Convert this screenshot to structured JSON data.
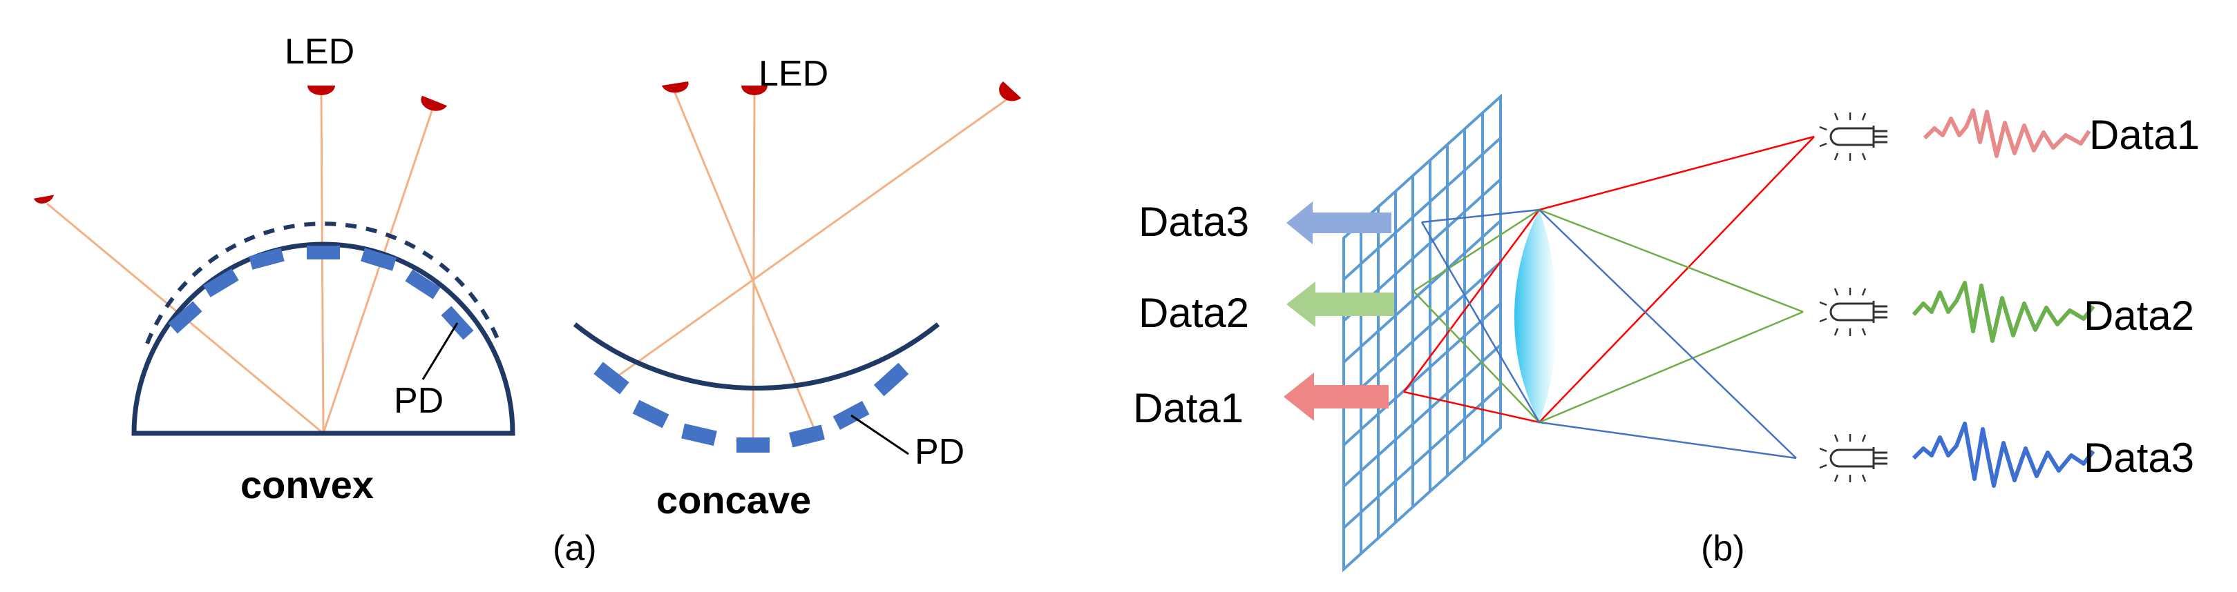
{
  "panel_a": {
    "caption": "(a)",
    "convex": {
      "title": "convex",
      "led_label": "LED",
      "pd_label": "PD"
    },
    "concave": {
      "title": "concave",
      "led_label": "LED",
      "pd_label": "PD"
    },
    "colors": {
      "led": "#c00000",
      "ray": "#f4b183",
      "pd": "#4472c4",
      "dome": "#1f3864"
    }
  },
  "panel_b": {
    "caption": "(b)",
    "transmitters": [
      {
        "label": "Data1",
        "color": "#e88a8a"
      },
      {
        "label": "Data2",
        "color": "#6ab04c"
      },
      {
        "label": "Data3",
        "color": "#3c6fd1"
      }
    ],
    "outputs": [
      {
        "label": "Data3",
        "color": "#8faadc"
      },
      {
        "label": "Data2",
        "color": "#a9d18e"
      },
      {
        "label": "Data1",
        "color": "#ee8686"
      }
    ],
    "colors": {
      "grid": "#5b9bd5",
      "lens": "#a8e2f5",
      "ray_red": "#ff0000",
      "ray_green": "#70ad47",
      "ray_blue": "#4472c4",
      "led_icon": "#333333"
    }
  }
}
